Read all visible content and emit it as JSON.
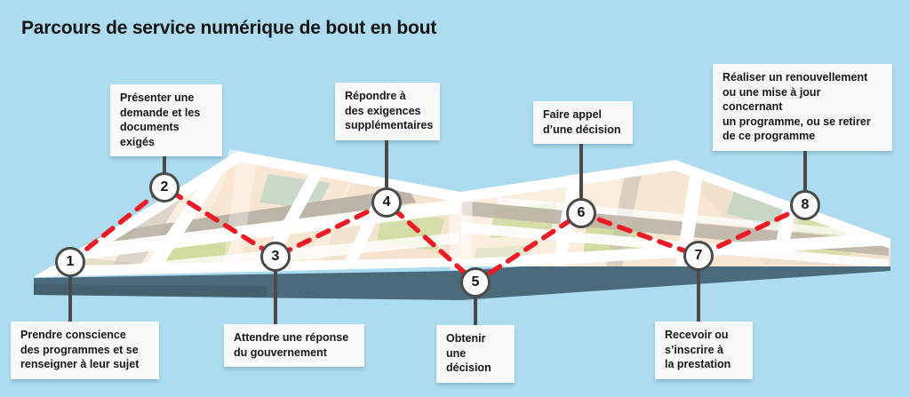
{
  "title": "Parcours de service numérique de bout en bout",
  "colors": {
    "background": "#ADDCF0",
    "callout_bg": "#F7F8F8",
    "path": "#ED1C24",
    "marker_border": "#4A4A4A",
    "map_base": "#FBEEDF",
    "map_shadow": "#4A6B7C",
    "text": "#141414"
  },
  "steps": [
    {
      "number": "1",
      "label": "Prendre conscience\ndes programmes et se\nrenseigner à leur sujet",
      "position": "below"
    },
    {
      "number": "2",
      "label": "Présenter une\ndemande et les\ndocuments exigés",
      "position": "above"
    },
    {
      "number": "3",
      "label": "Attendre une réponse\ndu gouvernement",
      "position": "below"
    },
    {
      "number": "4",
      "label": "Répondre à\ndes exigences\nsupplémentaires",
      "position": "above"
    },
    {
      "number": "5",
      "label": "Obtenir une\ndécision",
      "position": "below"
    },
    {
      "number": "6",
      "label": "Faire appel\nd’une décision",
      "position": "above"
    },
    {
      "number": "7",
      "label": "Recevoir ou\ns’inscrire à\nla prestation",
      "position": "below"
    },
    {
      "number": "8",
      "label": "Réaliser un renouvellement\nou une mise à jour concernant\nun programme, ou se retirer\nde ce programme",
      "position": "above"
    }
  ]
}
